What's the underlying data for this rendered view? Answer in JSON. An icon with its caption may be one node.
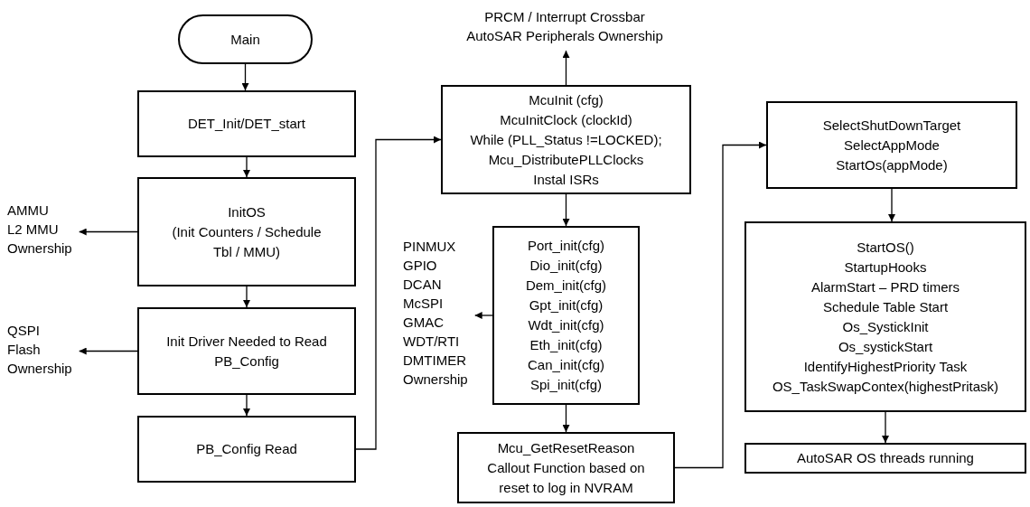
{
  "diagram": {
    "nodes": [
      {
        "text": [
          "Main"
        ]
      },
      {
        "text": [
          "DET_Init/DET_start"
        ]
      },
      {
        "text": [
          "InitOS",
          "(Init Counters / Schedule Tbl / MMU)"
        ]
      },
      {
        "text": [
          "Init Driver Needed to Read PB_Config"
        ]
      },
      {
        "text": [
          "PB_Config Read"
        ]
      },
      {
        "text": [
          "AMMU",
          "L2 MMU",
          "Ownership"
        ]
      },
      {
        "text": [
          "QSPI",
          "Flash",
          "Ownership"
        ]
      },
      {
        "text": [
          "McuInit (cfg)",
          "McuInitClock (clockId)",
          "While (PLL_Status !=LOCKED);",
          "Mcu_DistributePLLClocks",
          "Instal ISRs"
        ]
      },
      {
        "text": [
          "PRCM / Interrupt Crossbar",
          "AutoSAR Peripherals Ownership"
        ]
      },
      {
        "text": [
          "Port_init(cfg)",
          "Dio_init(cfg)",
          "Dem_init(cfg)",
          "Gpt_init(cfg)",
          "Wdt_init(cfg)",
          "Eth_init(cfg)",
          "Can_init(cfg)",
          "Spi_init(cfg)"
        ]
      },
      {
        "text": [
          "PINMUX",
          "GPIO",
          "DCAN",
          "McSPI",
          "GMAC",
          "WDT/RTI",
          "DMTIMER",
          "Ownership"
        ]
      },
      {
        "text": [
          "Mcu_GetResetReason",
          "Callout Function based on reset to log in NVRAM"
        ]
      },
      {
        "text": [
          "SelectShutDownTarget",
          "SelectAppMode",
          "StartOs(appMode)"
        ]
      },
      {
        "text": [
          "StartOS()",
          "StartupHooks",
          "AlarmStart – PRD timers",
          "Schedule Table Start",
          "Os_SystickInit",
          "Os_systickStart",
          "IdentifyHighestPriority Task",
          "OS_TaskSwapContex(highestPritask)"
        ]
      },
      {
        "text": [
          "AutoSAR OS threads running"
        ]
      }
    ],
    "edges": [
      {
        "from": 0,
        "to": 1,
        "arrow": "to"
      },
      {
        "from": 1,
        "to": 2,
        "arrow": "to"
      },
      {
        "from": 2,
        "to": 3,
        "arrow": "to"
      },
      {
        "from": 3,
        "to": 4,
        "arrow": "to"
      },
      {
        "from": 2,
        "to": 5,
        "arrow": "to"
      },
      {
        "from": 3,
        "to": 6,
        "arrow": "to"
      },
      {
        "from": 4,
        "to": 7,
        "arrow": "to"
      },
      {
        "from": 7,
        "to": 8,
        "arrow": "to"
      },
      {
        "from": 7,
        "to": 9,
        "arrow": "to"
      },
      {
        "from": 9,
        "to": 10,
        "arrow": "to"
      },
      {
        "from": 9,
        "to": 11,
        "arrow": "to"
      },
      {
        "from": 11,
        "to": 12,
        "arrow": "to"
      },
      {
        "from": 12,
        "to": 13,
        "arrow": "to"
      },
      {
        "from": 13,
        "to": 14,
        "arrow": "to"
      }
    ]
  }
}
